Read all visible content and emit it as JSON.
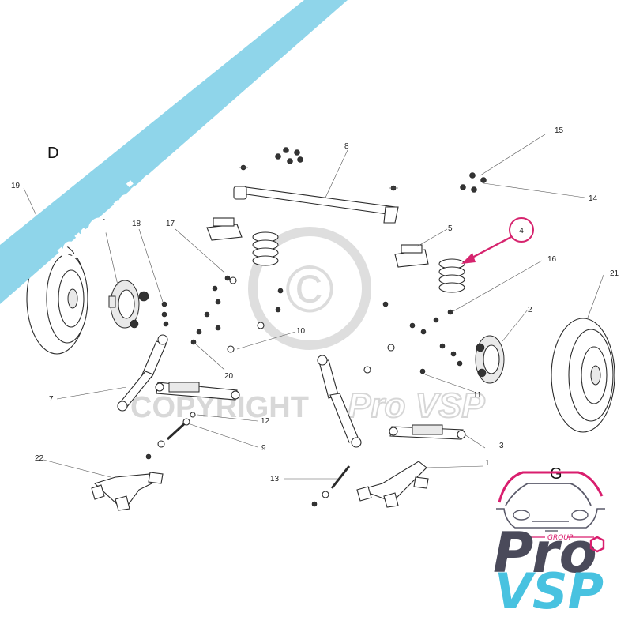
{
  "watermark": {
    "banner_text": "pro-piece-vsp.com",
    "copyright_text": "COPYRIGHT",
    "brand_text": "Pro VSP",
    "copyright_symbol": "©"
  },
  "corner_letters": {
    "left": "D",
    "right": "G"
  },
  "logo": {
    "group": "GROUP",
    "pro": "Pro",
    "vsp": "VSP"
  },
  "highlight": {
    "part_number": "4",
    "color": "#d6246e"
  },
  "colors": {
    "banner": "#8fd5ea",
    "brand_pink": "#d91e6e",
    "brand_blue": "#48c2e0",
    "brand_grey": "#4a4a5a"
  },
  "callouts": {
    "c1": "1",
    "c2": "2",
    "c3": "3",
    "c5": "5",
    "c6": "6",
    "c7": "7",
    "c8": "8",
    "c9": "9",
    "c10": "10",
    "c11": "11",
    "c12": "12",
    "c13": "13",
    "c14": "14",
    "c15": "15",
    "c16": "16",
    "c17": "17",
    "c18": "18",
    "c19": "19",
    "c20": "20",
    "c21": "21",
    "c22": "22"
  }
}
